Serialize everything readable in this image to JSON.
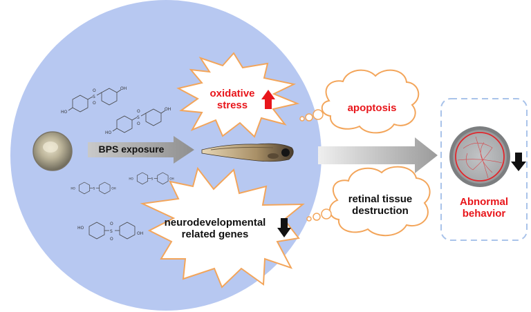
{
  "labels": {
    "oxidative_stress": [
      "oxidative",
      "stress"
    ],
    "apoptosis": "apoptosis",
    "bps_exposure": "BPS exposure",
    "retinal_tissue": [
      "retinal tissue",
      "destruction"
    ],
    "neuro_genes": [
      "neurodevelopmental",
      "related genes"
    ],
    "abnormal_behavior": [
      "Abnormal",
      "behavior"
    ]
  },
  "chemical_labels": {
    "hydroxyl": "HO",
    "hydroxyl_right": "OH",
    "sulfur": "S",
    "oxygen": "O"
  },
  "indicators": {
    "oxidative_stress": "up",
    "neuro_genes": "down",
    "behavior": "down"
  },
  "colors": {
    "circle_fill": "#b7c8f1",
    "burst_stroke": "#f3a55a",
    "red_text": "#e8161b",
    "up_arrow": "#e8161b",
    "down_arrow": "#111111",
    "box_dash": "#a9c3ea",
    "grey_arrow": "#9e9e9e"
  }
}
